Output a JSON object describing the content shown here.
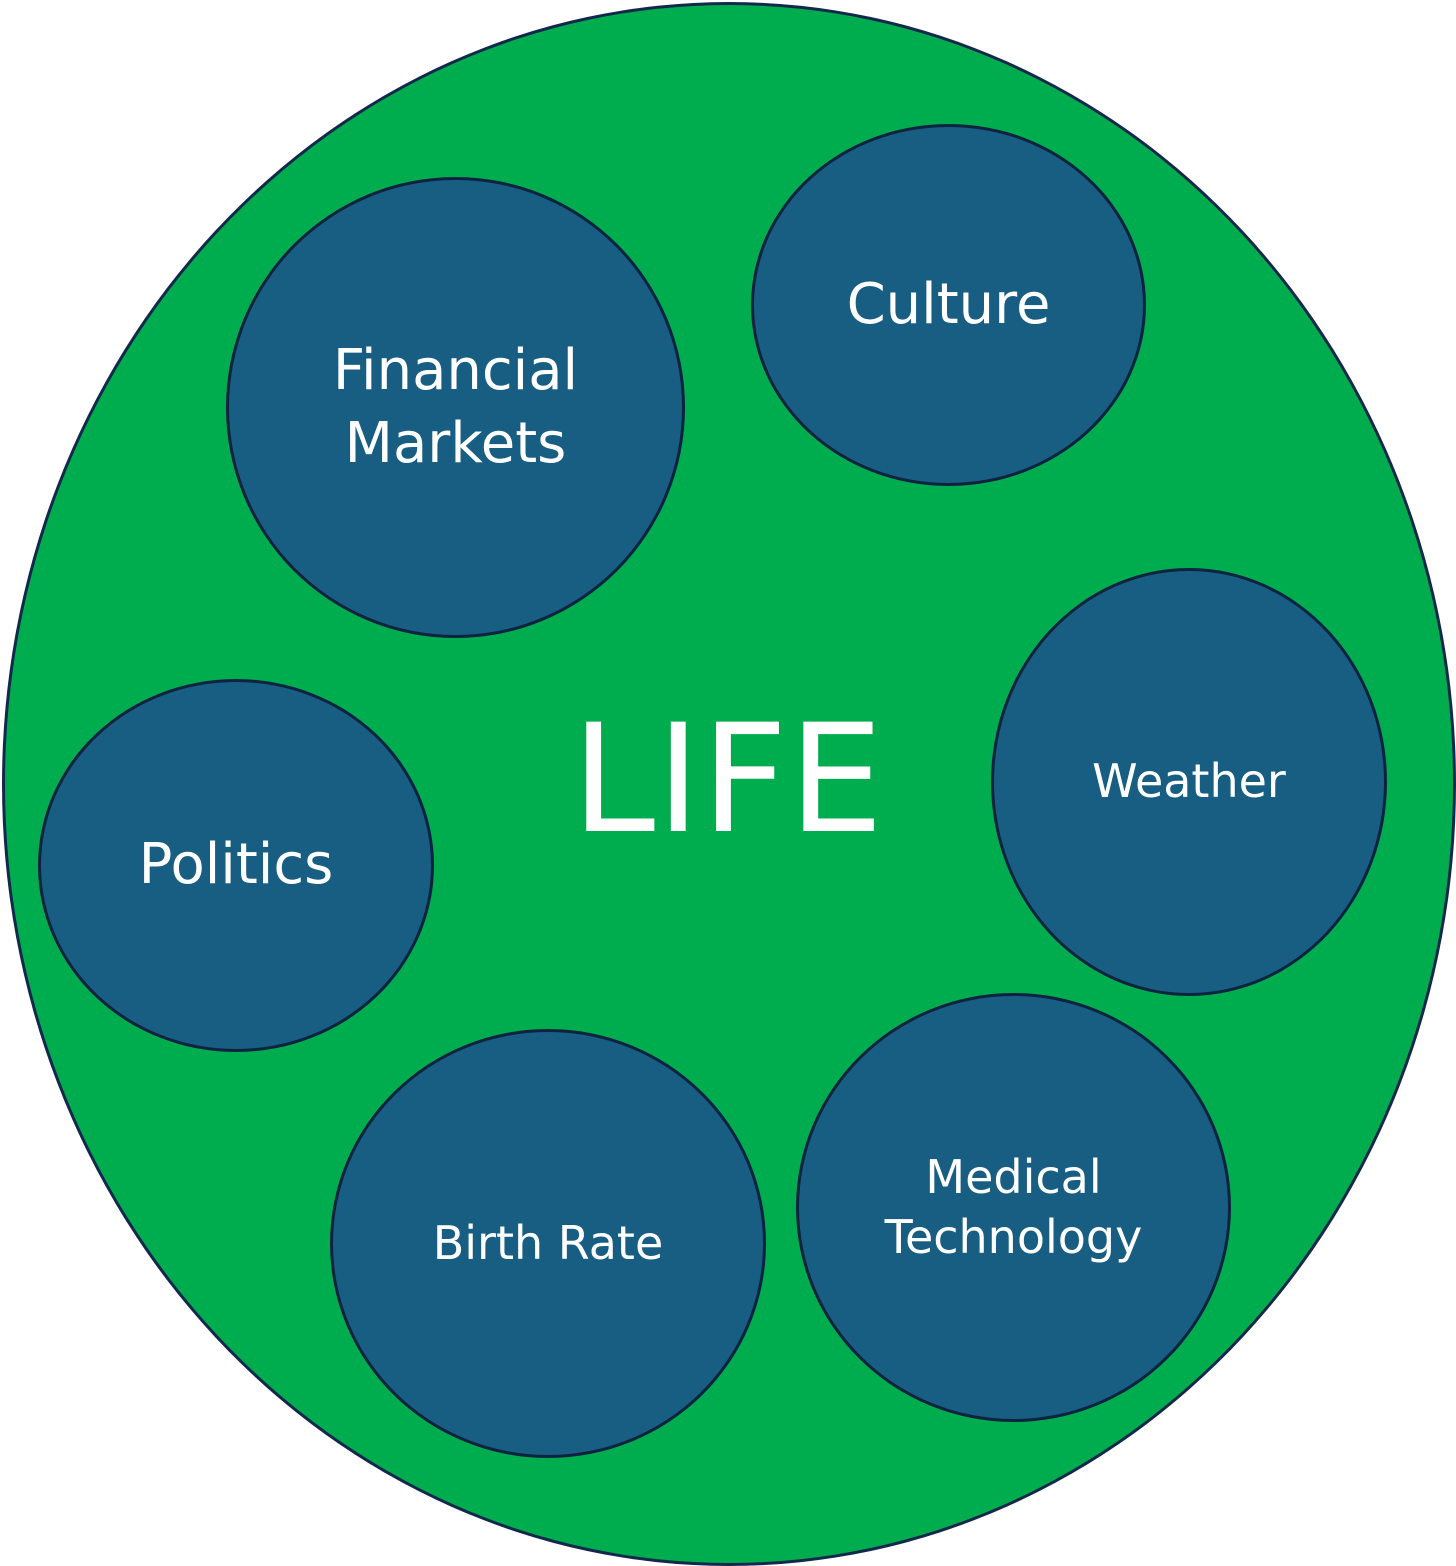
{
  "diagram": {
    "center_label": "LIFE",
    "nodes": [
      {
        "id": "financial",
        "label": "Financial\nMarkets"
      },
      {
        "id": "culture",
        "label": "Culture"
      },
      {
        "id": "weather",
        "label": "Weather"
      },
      {
        "id": "politics",
        "label": "Politics"
      },
      {
        "id": "birth",
        "label": "Birth Rate"
      },
      {
        "id": "medical",
        "label": "Medical\nTechnology"
      }
    ],
    "colors": {
      "outer_fill": "#00AD4E",
      "node_fill": "#175E82",
      "outline": "#13294B",
      "text": "#FFFFFF"
    }
  }
}
